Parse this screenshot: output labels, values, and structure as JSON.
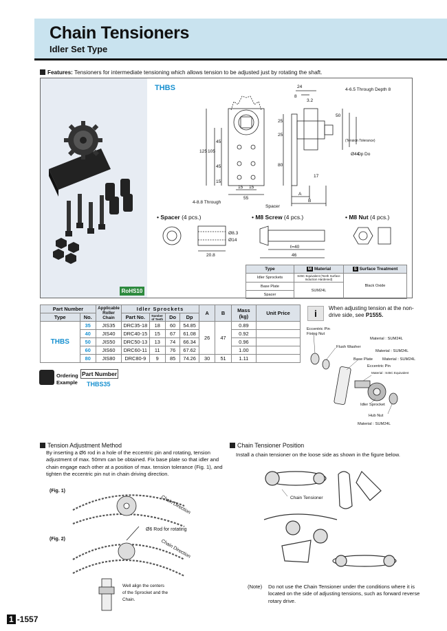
{
  "header": {
    "title": "Chain Tensioners",
    "subtitle": "Idler Set Type"
  },
  "features": {
    "label": "Features:",
    "text": " Tensioners for intermediate tensioning which allows tension to be adjusted just by rotating the shaft."
  },
  "badge": "RoHS10",
  "drawing": {
    "type_label": "THBS",
    "dims": {
      "d24": "24",
      "d8": "8",
      "d3_2": "3.2",
      "hole_note": "4-6.5 Through Depth 8",
      "d25a": "25",
      "d25b": "25",
      "d50": "50",
      "tol": "(Tension Tolerance)",
      "d44": "Ø44",
      "dp": "Dp",
      "do": "Do",
      "d80": "80",
      "d17": "17",
      "d125": "125",
      "d105": "105",
      "d45a": "45",
      "d45b": "45",
      "d15a": "15",
      "d15b": "15",
      "d15c": "15",
      "d55": "55",
      "thru": "4-8.8 Through",
      "a": "A",
      "b": "B",
      "spacer": "Spacer"
    },
    "spacer": {
      "label": "Spacer",
      "qty": " (4 pcs.)",
      "d1": "Ø8.3",
      "d2": "Ø14",
      "len": "20.8"
    },
    "screw": {
      "label": "M8 Screw",
      "qty": " (4 pcs.)",
      "l": "ℓ=40",
      "len": "46"
    },
    "nut": {
      "label": "M8 Nut",
      "qty": " (4 pcs.)"
    }
  },
  "material_table": {
    "headers": [
      "Type",
      "Material",
      "Surface Treatment"
    ],
    "header_icons": [
      "M",
      "S"
    ],
    "rows": [
      [
        "Idler Sprockets",
        "S45C Equivalent (Teeth Surface Induction Hardened)"
      ],
      [
        "Base Plate",
        "SUM24L"
      ],
      [
        "Spacer",
        ""
      ]
    ],
    "surface": "Black Oxide"
  },
  "part_table": {
    "h_part_number": "Part Number",
    "h_type": "Type",
    "h_no": "No.",
    "h_chain": "Applicable Roller Chain",
    "h_idler": "Idler Sprockets",
    "h_partno": "Part No.",
    "h_teeth": "Number of Teeth",
    "h_do": "Do",
    "h_dp": "Dp",
    "h_a": "A",
    "h_b": "B",
    "h_mass": "Mass (kg)",
    "h_unit": "Unit Price",
    "type": "THBS",
    "rows": [
      [
        "35",
        "JIS35",
        "DRC35-18",
        "18",
        "60",
        "54.85",
        "0.89"
      ],
      [
        "40",
        "JIS40",
        "DRC40-15",
        "15",
        "67",
        "61.08",
        "0.92"
      ],
      [
        "50",
        "JIS50",
        "DRC50-13",
        "13",
        "74",
        "66.34",
        "0.96"
      ],
      [
        "60",
        "JIS60",
        "DRC60-11",
        "11",
        "76",
        "67.62",
        "1.00"
      ],
      [
        "80",
        "JIS80",
        "DRC80-9",
        "9",
        "85",
        "74.26",
        "1.11"
      ]
    ],
    "a_merged": "26",
    "b_merged": "47",
    "a_80": "30",
    "b_80": "51"
  },
  "note": {
    "text": "When adjusting tension at the non-drive side, see ",
    "ref": " P1555."
  },
  "explode": {
    "eccentric": "Eccentric Pin",
    "fixing_nut": "Fixing Nut",
    "mat1": "Material : SUM24L",
    "flush_washer": "Flush Washer",
    "mat2": "Material : SUM24L",
    "base_plate": "Base Plate",
    "mat3": "Material : SUM24L",
    "eccentric_pin": "Eccentric Pin",
    "mat4": "Material : S45C Equivalent",
    "idler_sprocket": "Idler Sprocket",
    "hub_nut": "Hub Nut",
    "mat5": "Material : SUM24L"
  },
  "ordering": {
    "label1": "Ordering",
    "label2": "Example",
    "header": "Part Number",
    "value": "THBS35"
  },
  "tension": {
    "title": "Tension Adjustment Method",
    "body": "By inserting a Ø6 rod in a hole of the eccentric pin and rotating, tension adjustment of max. 50mm can be obtained. Fix base plate so that idler and chain engage each other at a position of max. tension tolerance (Fig. 1), and tighten the eccentric pin nut in chain driving direction.",
    "fig1": "(Fig. 1)",
    "fig2": "(Fig. 2)",
    "chain_dir1": "Chain Direction",
    "chain_dir2": "Chain Direction",
    "rod": "Ø6 Rod for rotating",
    "align": "Well align the centers of the Sprocket and the Chain."
  },
  "position": {
    "title": "Chain Tensioner Position",
    "body": "Install a chain tensioner on the loose side as shown in the figure below.",
    "label": "Chain Tensioner",
    "note_label": "(Note)",
    "note": "Do not use the Chain Tensioner under the conditions where it is located on the side of adjusting tensions, such as forward reverse rotary drive."
  },
  "page": {
    "prefix": "1",
    "number": "-1557"
  }
}
